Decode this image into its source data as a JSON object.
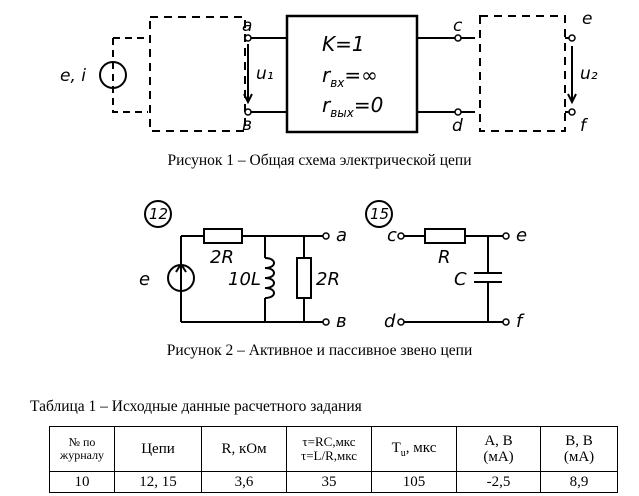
{
  "figure1": {
    "left_source": "e, i",
    "node_a": "a",
    "node_b": "в",
    "node_c": "c",
    "node_d": "d",
    "node_e": "e",
    "node_f": "f",
    "voltage_in": "u₁",
    "voltage_out": "u₂",
    "k": "K=1",
    "rin": "r",
    "rin_sub": "вх",
    "rin_val": "=∞",
    "rout": "r",
    "rout_sub": "вых",
    "rout_val": "=0",
    "caption": "Рисунок 1 – Общая схема электрической цепи"
  },
  "figure2": {
    "active": {
      "number": "12",
      "source": "e",
      "r1": "2R",
      "l": "10L",
      "r2": "2R",
      "node_a": "a",
      "node_b": "в"
    },
    "passive": {
      "number": "15",
      "node_c": "c",
      "node_d": "d",
      "node_e": "e",
      "node_f": "f",
      "r": "R",
      "c": "C"
    },
    "caption": "Рисунок 2 – Активное и пассивное звено цепи"
  },
  "table": {
    "caption": "Таблица 1 – Исходные данные расчетного задания",
    "headers": {
      "col1": "№ по журналу",
      "col2": "Цепи",
      "col3": "R, кОм",
      "col4_line1": "τ=RC,мкс",
      "col4_line2": "τ=L/R,мкс",
      "col5_main": "T",
      "col5_sub": "u",
      "col5_rest": ", мкс",
      "col6_line1": "A, B",
      "col6_line2": "(мА)",
      "col7_line1": "B, B",
      "col7_line2": "(мА)"
    },
    "row": [
      "10",
      "12, 15",
      "3,6",
      "35",
      "105",
      "-2,5",
      "8,9"
    ]
  }
}
